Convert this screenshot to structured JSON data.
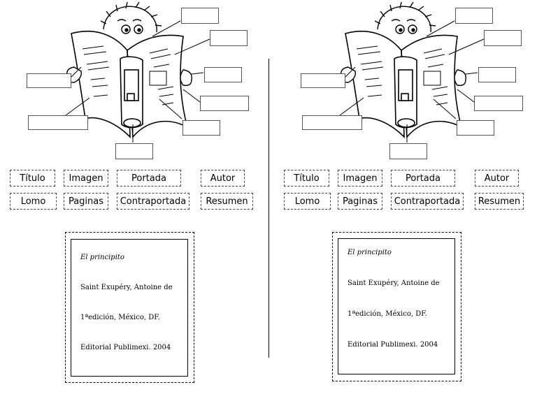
{
  "word_bank": {
    "row1": [
      "Título",
      "Imagen",
      "Portada",
      "Autor"
    ],
    "row2": [
      "Lomo",
      "Paginas",
      "Contraportada",
      "Resumen"
    ]
  },
  "card": {
    "title": "El principito",
    "author": "Saint Exupéry, Antoine de",
    "edition": "1ªedición, México, DF.",
    "publisher": "Editorial Publimexi. 2004"
  },
  "icons": [
    "book-reader-illustration"
  ]
}
